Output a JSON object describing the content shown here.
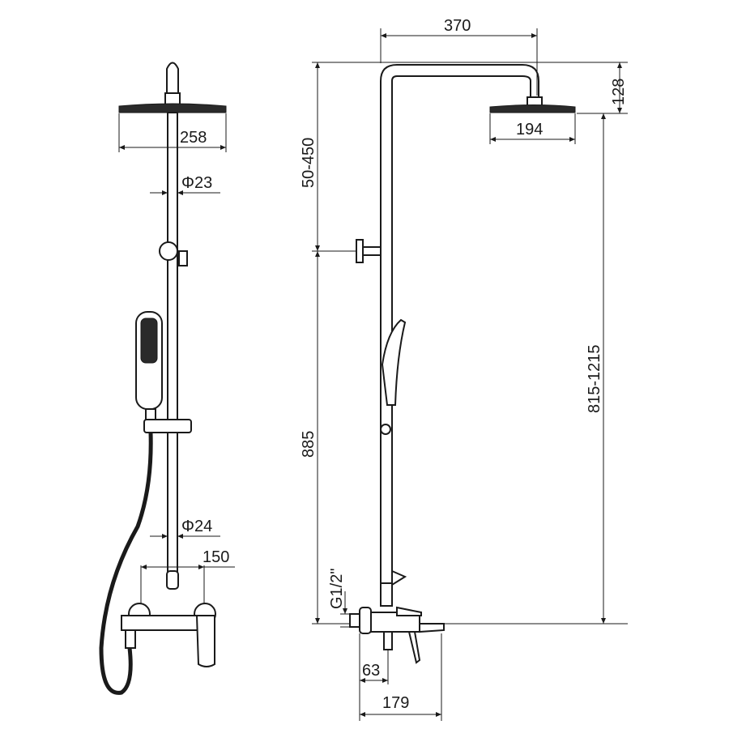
{
  "front_view": {
    "head_width": "258",
    "rod_diameter_upper": "Φ23",
    "rod_diameter_lower": "Φ24",
    "mixer_center_distance": "150"
  },
  "side_view": {
    "arm_reach": "370",
    "head_height": "128",
    "head_width": "194",
    "height_adjust": "50-450",
    "lower_height": "885",
    "total_adjust": "815-1215",
    "inlet_thread": "G1/2\"",
    "inlet_depth": "63",
    "spout_reach": "179"
  }
}
